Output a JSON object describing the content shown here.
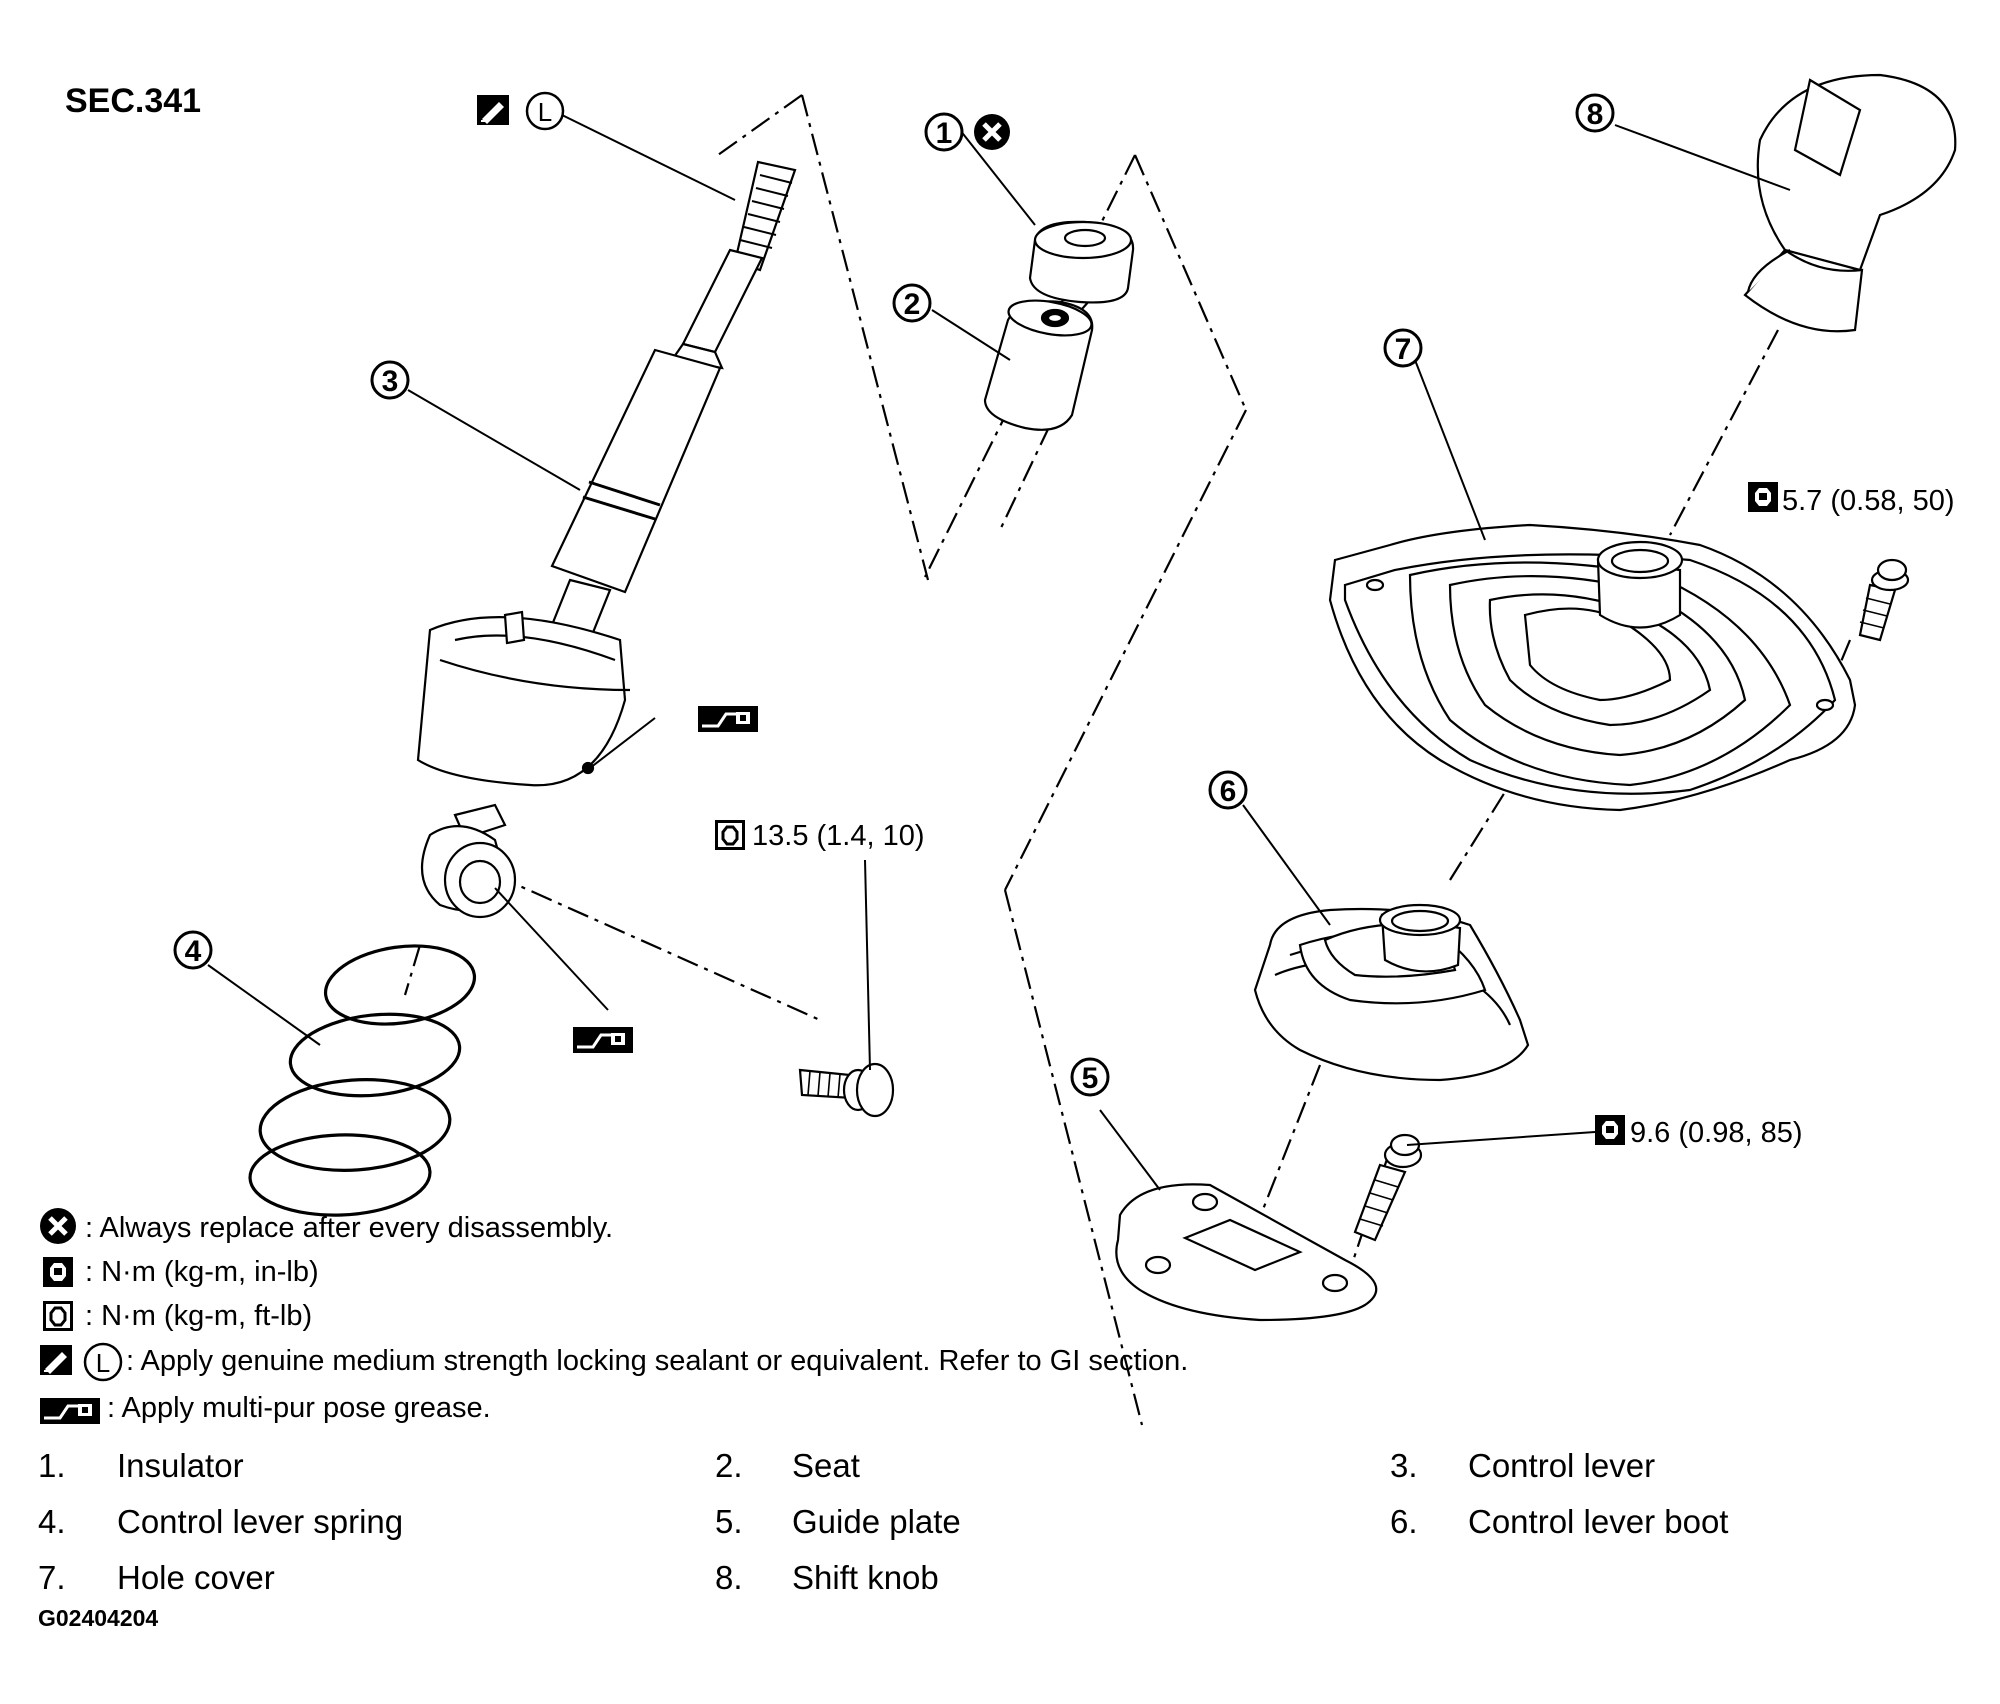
{
  "header": {
    "section": "SEC.341"
  },
  "callouts": [
    {
      "num": "1",
      "name": "Insulator"
    },
    {
      "num": "2",
      "name": "Seat"
    },
    {
      "num": "3",
      "name": "Control lever"
    },
    {
      "num": "4",
      "name": "Control lever spring"
    },
    {
      "num": "5",
      "name": "Guide plate"
    },
    {
      "num": "6",
      "name": "Control lever boot"
    },
    {
      "num": "7",
      "name": "Hole cover"
    },
    {
      "num": "8",
      "name": "Shift knob"
    }
  ],
  "torque": {
    "hole_cover_bolt": "5.7 (0.58, 50)",
    "lever_bolt": "13.5 (1.4, 10)",
    "guide_plate_bolt": "9.6 (0.98, 85)"
  },
  "sealant_symbol": "L",
  "legend": {
    "replace": ": Always replace after every disassembly.",
    "nm_inlb": ": N·m (kg-m, in-lb)",
    "nm_ftlb": ": N·m (kg-m, ft-lb)",
    "sealant_symbol": "L",
    "sealant": ": Apply genuine medium strength locking sealant or equivalent. Refer to GI section.",
    "grease": ": Apply multi-pur pose grease."
  },
  "parts_list": [
    {
      "num": "1.",
      "name": "Insulator"
    },
    {
      "num": "2.",
      "name": "Seat"
    },
    {
      "num": "3.",
      "name": "Control lever"
    },
    {
      "num": "4.",
      "name": "Control lever spring"
    },
    {
      "num": "5.",
      "name": "Guide plate"
    },
    {
      "num": "6.",
      "name": "Control lever boot"
    },
    {
      "num": "7.",
      "name": "Hole cover"
    },
    {
      "num": "8.",
      "name": "Shift knob"
    }
  ],
  "figure_id": "G02404204",
  "icons": [
    "replace-icon",
    "torque-solid-icon",
    "torque-outline-icon",
    "sealant-icon",
    "grease-icon"
  ]
}
